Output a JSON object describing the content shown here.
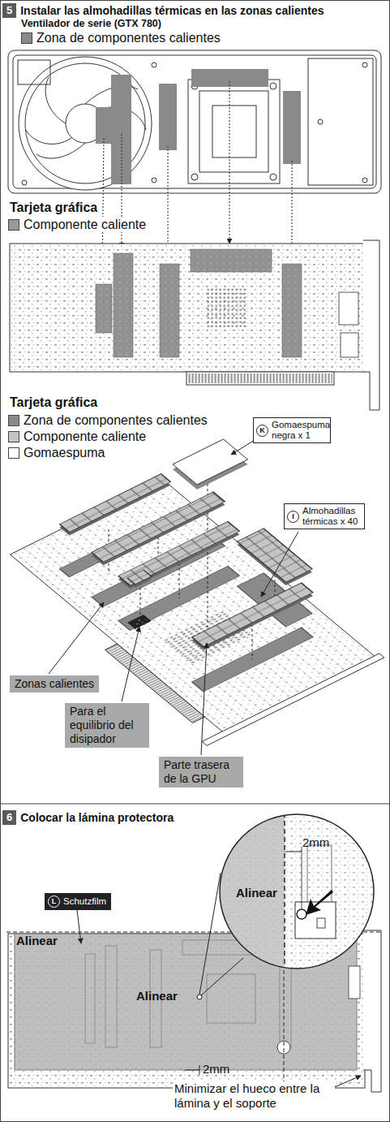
{
  "diagram": {
    "nodes": [
      {
        "text": [
          "5",
          "Instalar las almohadillas térmicas en las zonas calientes"
        ]
      },
      {
        "text": [
          "K",
          "Gomaespuma negra x 1"
        ]
      },
      {
        "text": [
          "I",
          "Almohadillas térmicas x 40"
        ]
      },
      {
        "text": [
          "Zonas calientes"
        ]
      },
      {
        "text": [
          "Para el equilibrio del disipador"
        ]
      },
      {
        "text": [
          "Parte trasera de la GPU"
        ]
      },
      {
        "text": [
          "6",
          "Colocar la lámina protectora"
        ]
      },
      {
        "text": [
          "2mm",
          "Alinear"
        ]
      },
      {
        "text": [
          "L",
          "Schutzfilm"
        ]
      }
    ],
    "labels": [
      "Ventilador de serie (GTX 780)",
      "Tarjeta gráfica",
      "Tarjeta gráfica",
      "Alinear",
      "Alinear",
      "2mm",
      "Minimizar el hueco entre la lámina y el soporte"
    ],
    "legend": [
      {
        "text": "Zona de componentes calientes",
        "color": "#8a8a8a"
      },
      {
        "text": "Componente caliente",
        "color": "#9a9a9a"
      },
      {
        "text": "Zona de componentes calientes",
        "color": "#8a8a8a"
      },
      {
        "text": "Componente caliente",
        "color": "#c4c4c4"
      },
      {
        "text": "Gomaespuma",
        "color": "#ffffff"
      }
    ]
  }
}
